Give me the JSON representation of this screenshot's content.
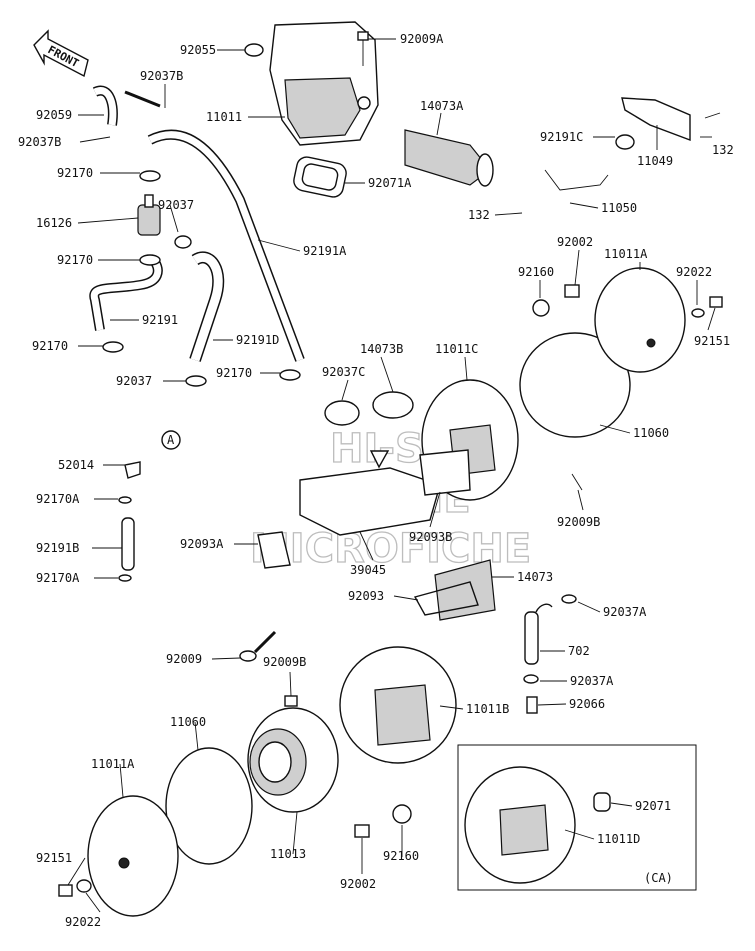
{
  "front_label": "FRONT",
  "region_label": "(CA)",
  "reference_marker": "A",
  "watermark": [
    "HI-SM",
    "ONLINE",
    "MICROFICHE"
  ],
  "callouts": [
    {
      "id": "c1",
      "text": "92055"
    },
    {
      "id": "c2",
      "text": "92009A"
    },
    {
      "id": "c3",
      "text": "92037B"
    },
    {
      "id": "c4",
      "text": "92059"
    },
    {
      "id": "c5",
      "text": "11011"
    },
    {
      "id": "c6",
      "text": "14073A"
    },
    {
      "id": "c7",
      "text": "92037B"
    },
    {
      "id": "c8",
      "text": "92191C"
    },
    {
      "id": "c9",
      "text": "132"
    },
    {
      "id": "c10",
      "text": "11049"
    },
    {
      "id": "c11",
      "text": "92170"
    },
    {
      "id": "c12",
      "text": "92071A"
    },
    {
      "id": "c13",
      "text": "16126"
    },
    {
      "id": "c14",
      "text": "92037"
    },
    {
      "id": "c15",
      "text": "132"
    },
    {
      "id": "c16",
      "text": "11050"
    },
    {
      "id": "c17",
      "text": "92191A"
    },
    {
      "id": "c18",
      "text": "92002"
    },
    {
      "id": "c19",
      "text": "92170"
    },
    {
      "id": "c20",
      "text": "92160"
    },
    {
      "id": "c21",
      "text": "11011A"
    },
    {
      "id": "c22",
      "text": "92022"
    },
    {
      "id": "c23",
      "text": "92191"
    },
    {
      "id": "c24",
      "text": "92151"
    },
    {
      "id": "c25",
      "text": "92170"
    },
    {
      "id": "c26",
      "text": "92191D"
    },
    {
      "id": "c27",
      "text": "14073B"
    },
    {
      "id": "c28",
      "text": "11011C"
    },
    {
      "id": "c29",
      "text": "92037"
    },
    {
      "id": "c30",
      "text": "92170"
    },
    {
      "id": "c31",
      "text": "92037C"
    },
    {
      "id": "c32",
      "text": "11060"
    },
    {
      "id": "c33",
      "text": "52014"
    },
    {
      "id": "c34",
      "text": "92170A"
    },
    {
      "id": "c35",
      "text": "92009B"
    },
    {
      "id": "c36",
      "text": "92093A"
    },
    {
      "id": "c37",
      "text": "92093B"
    },
    {
      "id": "c38",
      "text": "92191B"
    },
    {
      "id": "c39",
      "text": "39045"
    },
    {
      "id": "c40",
      "text": "14073"
    },
    {
      "id": "c41",
      "text": "92170A"
    },
    {
      "id": "c42",
      "text": "92093"
    },
    {
      "id": "c43",
      "text": "92037A"
    },
    {
      "id": "c44",
      "text": "92009"
    },
    {
      "id": "c45",
      "text": "92009B"
    },
    {
      "id": "c46",
      "text": "702"
    },
    {
      "id": "c47",
      "text": "92037A"
    },
    {
      "id": "c48",
      "text": "11011B"
    },
    {
      "id": "c49",
      "text": "92066"
    },
    {
      "id": "c50",
      "text": "11060"
    },
    {
      "id": "c51",
      "text": "11011A"
    },
    {
      "id": "c52",
      "text": "92071"
    },
    {
      "id": "c53",
      "text": "11011D"
    },
    {
      "id": "c54",
      "text": "11013"
    },
    {
      "id": "c55",
      "text": "92151"
    },
    {
      "id": "c56",
      "text": "92160"
    },
    {
      "id": "c57",
      "text": "92002"
    },
    {
      "id": "c58",
      "text": "92022"
    }
  ]
}
